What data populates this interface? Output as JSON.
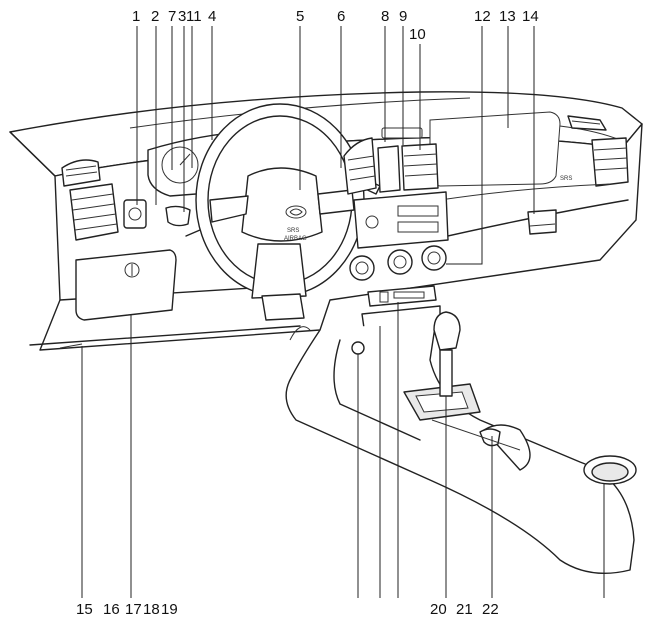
{
  "diagram": {
    "callouts_top": [
      "1",
      "2",
      "7",
      "3",
      "11",
      "4",
      "5",
      "6",
      "8",
      "9",
      "10",
      "12",
      "13",
      "14"
    ],
    "callouts_bottom": [
      "15",
      "16",
      "17",
      "18",
      "19",
      "20",
      "21",
      "22"
    ],
    "airbag_label": "SRS",
    "airbag_sub": "AIRBAG",
    "passenger_label": "SRS"
  },
  "colors": {
    "line": "#222222",
    "background": "#ffffff",
    "shade": "#e9e9e9"
  }
}
